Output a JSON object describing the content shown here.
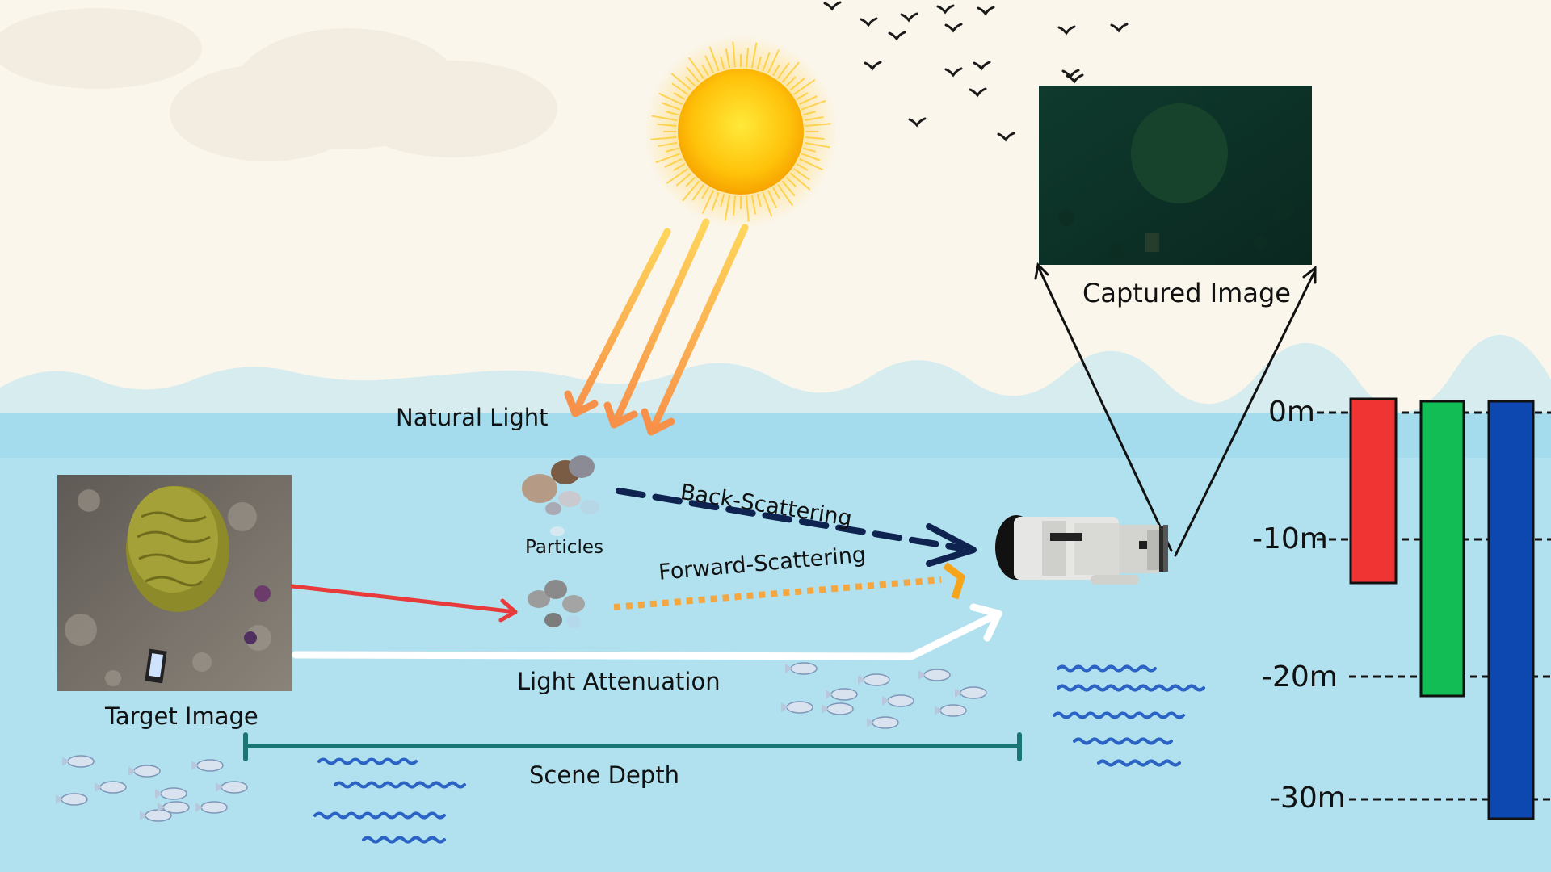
{
  "labels": {
    "natural_light": "Natural Light",
    "particles": "Particles",
    "back_scattering": "Back-Scattering",
    "forward_scattering": "Forward-Scattering",
    "light_attenuation": "Light Attenuation",
    "target_image": "Target Image",
    "scene_depth": "Scene Depth",
    "captured_image": "Captured Image"
  },
  "depth_scale": {
    "ticks": [
      "0m",
      "-10m",
      "-20m",
      "-30m"
    ]
  },
  "colors": {
    "sky": "#fbf6ec",
    "water": "#b1e1ef",
    "water_band": "#a3dbed",
    "red_channel": "#f03434",
    "green_channel": "#12bd55",
    "blue_channel": "#0d47b0",
    "scene_depth_bar": "#1a7575",
    "back_scatter": "#0f2350",
    "forward_scatter": "#f4a640",
    "sun_ray": "#f7a14a"
  }
}
